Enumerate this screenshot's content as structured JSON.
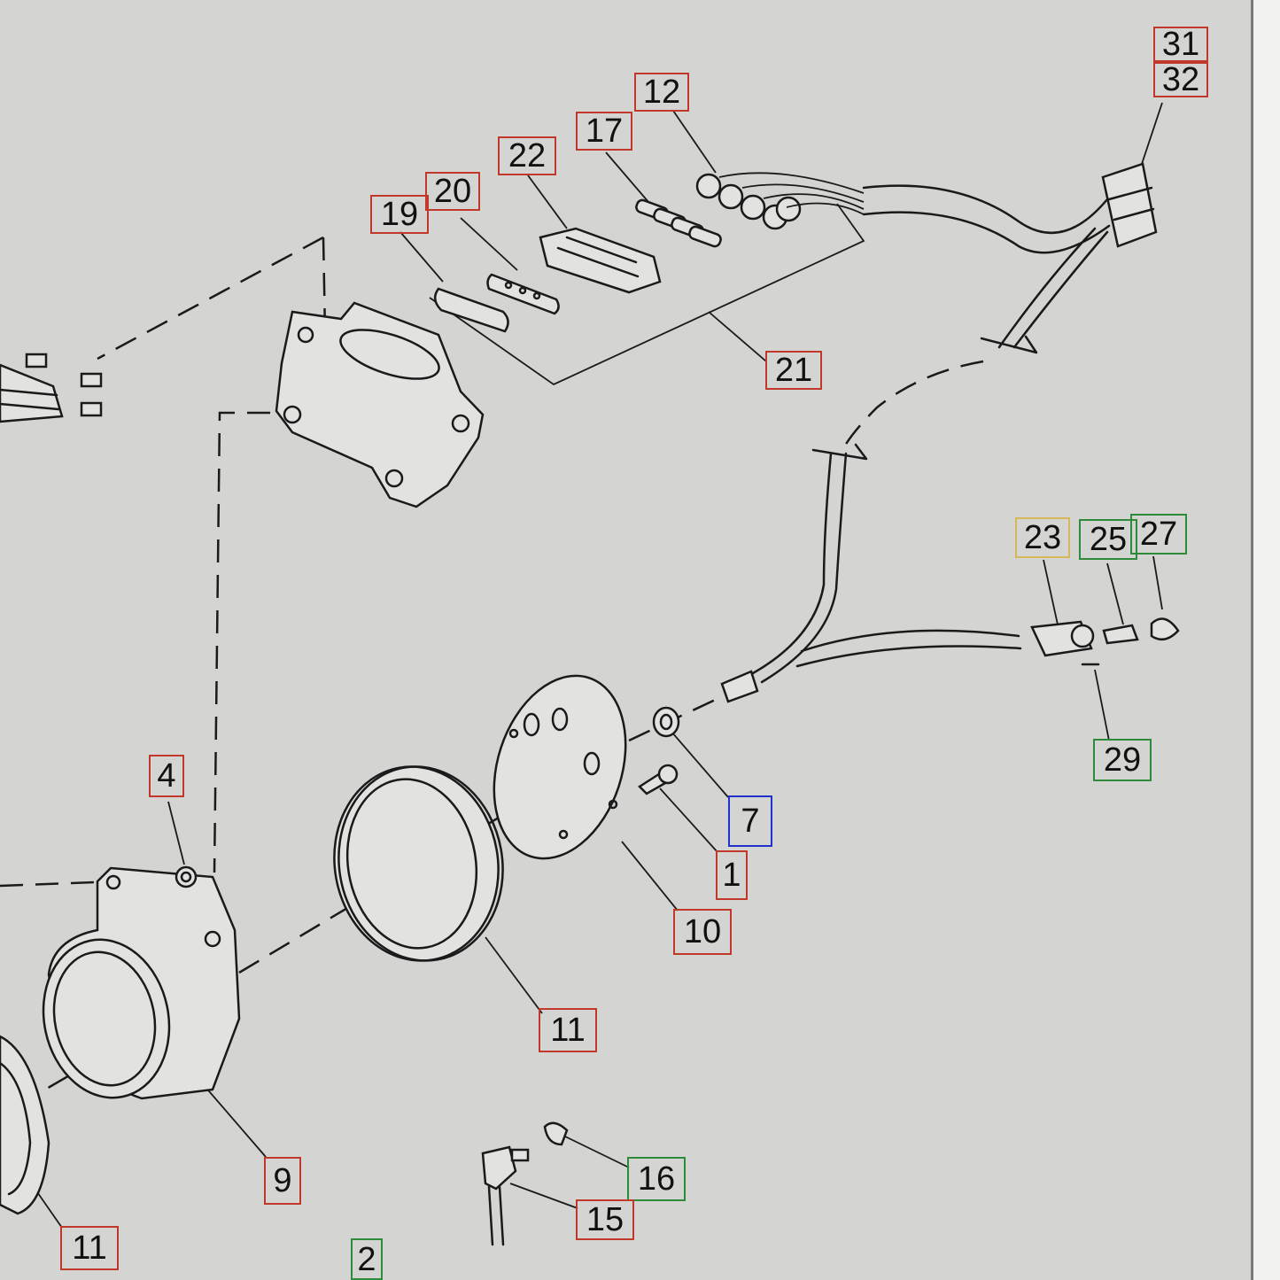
{
  "callouts": [
    {
      "id": "31",
      "label": "31",
      "color": "red"
    },
    {
      "id": "32",
      "label": "32",
      "color": "red"
    },
    {
      "id": "12",
      "label": "12",
      "color": "red"
    },
    {
      "id": "17",
      "label": "17",
      "color": "red"
    },
    {
      "id": "22",
      "label": "22",
      "color": "red"
    },
    {
      "id": "20",
      "label": "20",
      "color": "red"
    },
    {
      "id": "19",
      "label": "19",
      "color": "red"
    },
    {
      "id": "21",
      "label": "21",
      "color": "red"
    },
    {
      "id": "23",
      "label": "23",
      "color": "gold"
    },
    {
      "id": "25",
      "label": "25",
      "color": "green"
    },
    {
      "id": "27",
      "label": "27",
      "color": "green"
    },
    {
      "id": "29",
      "label": "29",
      "color": "green"
    },
    {
      "id": "4",
      "label": "4",
      "color": "red"
    },
    {
      "id": "7",
      "label": "7",
      "color": "blue"
    },
    {
      "id": "1",
      "label": "1",
      "color": "red"
    },
    {
      "id": "10",
      "label": "10",
      "color": "red"
    },
    {
      "id": "11a",
      "label": "11",
      "color": "red"
    },
    {
      "id": "9",
      "label": "9",
      "color": "red"
    },
    {
      "id": "16",
      "label": "16",
      "color": "green"
    },
    {
      "id": "15",
      "label": "15",
      "color": "red"
    },
    {
      "id": "11b",
      "label": "11",
      "color": "red"
    },
    {
      "id": "2",
      "label": "2",
      "color": "green"
    }
  ],
  "colors": {
    "red": "#c0392b",
    "green": "#2e8b3a",
    "blue": "#2233cc",
    "gold": "#d4b85a",
    "paper": "#d4d4d2",
    "ink": "#1a1a1a"
  }
}
